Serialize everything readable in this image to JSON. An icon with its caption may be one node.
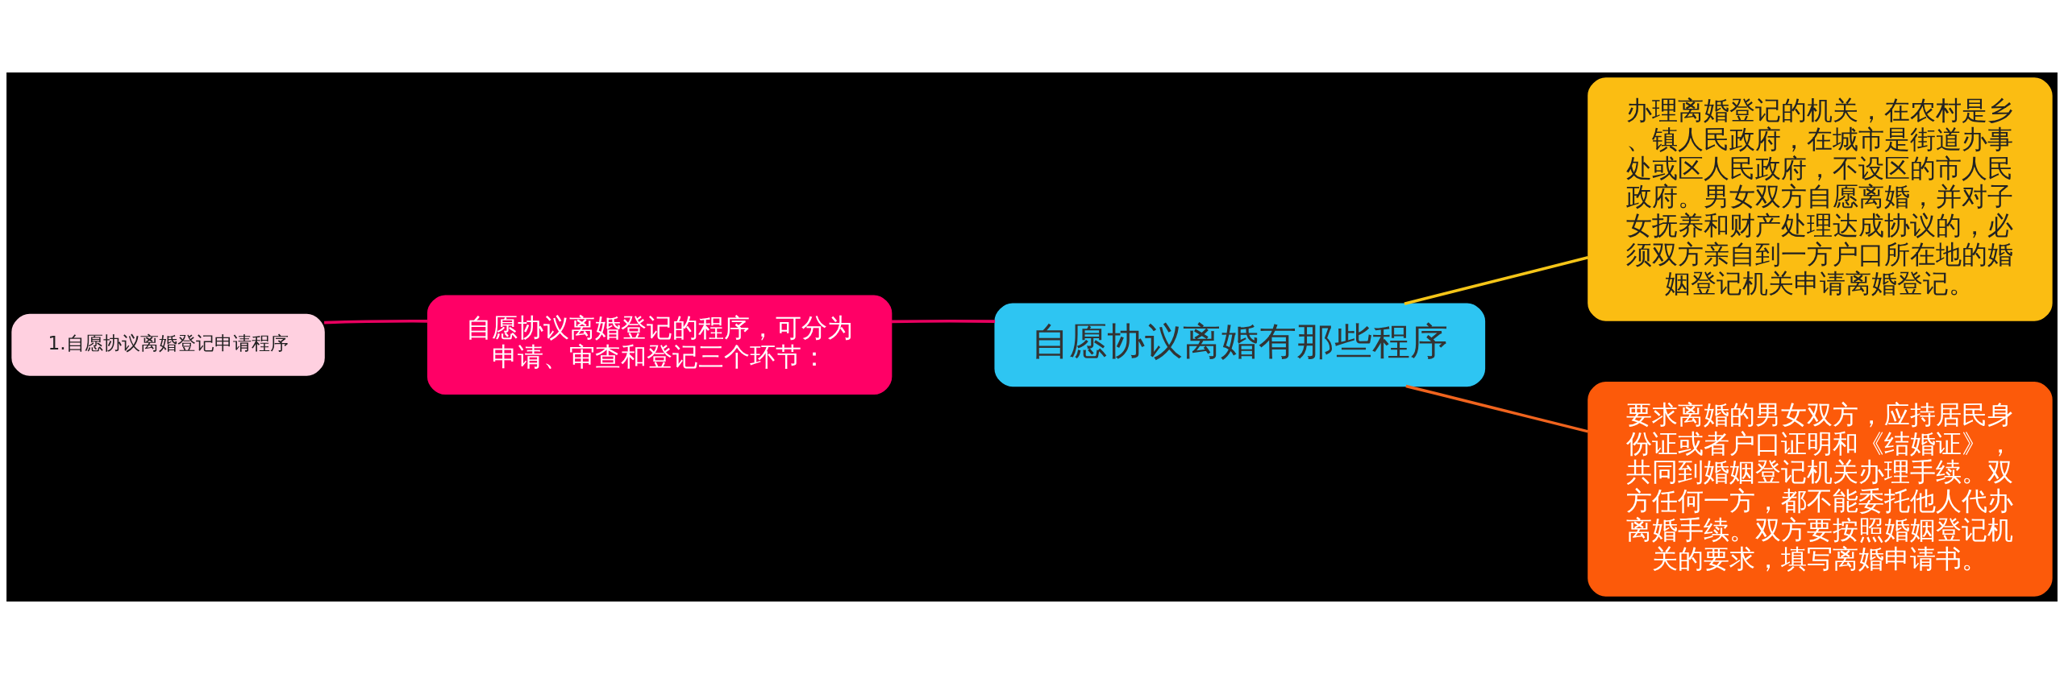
{
  "diagram": {
    "nodes": [
      {
        "text": [
          "自愿协议离婚有那些程序"
        ]
      },
      {
        "text": [
          "办理离婚登记的机关，在农村是乡、镇人民政府，在城市是街道办事处或区人民政府，不设区的市人民政府。男女双方自愿离婚，并对子女抚养和财产处理达成协议的，必须双方亲自到一方户口所在地的婚姻登记机关申请离婚登记。"
        ]
      },
      {
        "text": [
          "要求离婚的男女双方，应持居民身份证或者户口证明和《结婚证》，共同到婚姻登记机关办理手续。双方任何一方，都不能委托他人代办离婚手续。双方要按照婚姻登记机关的要求，填写离婚申请书。"
        ]
      },
      {
        "text": [
          "自愿协议离婚登记的程序，可分为申请、审查和登记三个环节："
        ]
      },
      {
        "text": [
          "1.自愿协议离婚登记申请程序"
        ]
      }
    ],
    "edges": [
      {
        "from": 0,
        "to": 1,
        "arrow": "none",
        "color": "#f5c518"
      },
      {
        "from": 0,
        "to": 2,
        "arrow": "none",
        "color": "#f0641e"
      },
      {
        "from": 0,
        "to": 3,
        "arrow": "none",
        "color": "#e8005f"
      },
      {
        "from": 3,
        "to": 4,
        "arrow": "none",
        "color": "#e8005f"
      }
    ]
  }
}
